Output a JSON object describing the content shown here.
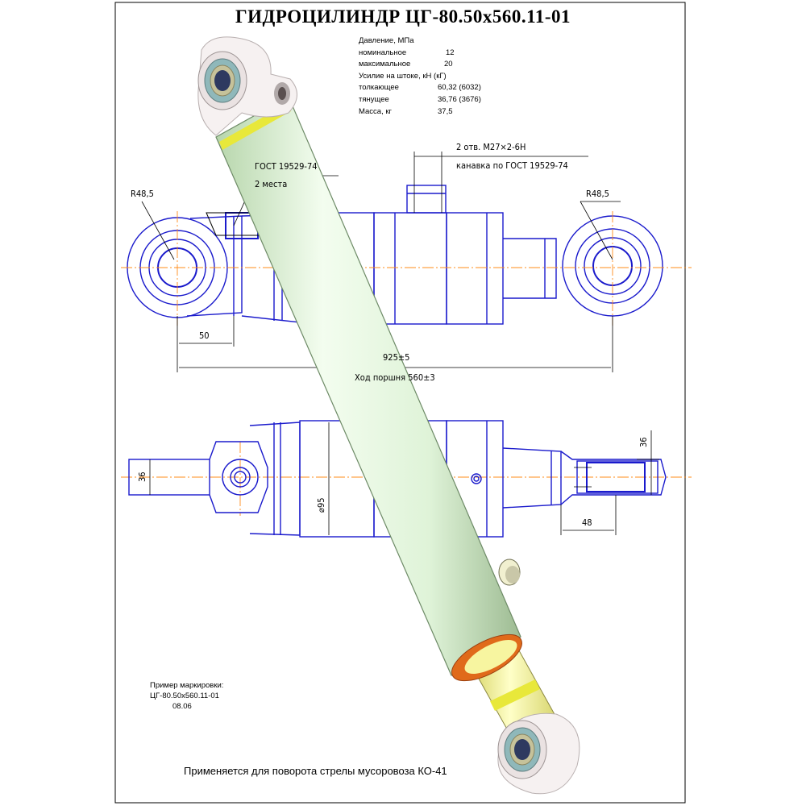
{
  "title": "ГИДРОЦИЛИНДР ЦГ-80.50х560.11-01",
  "specs": {
    "pressure_header": "Давление, МПа",
    "nominal_label": "номинальное",
    "nominal_value": "12",
    "max_label": "максимальное",
    "max_value": "20",
    "force_header": "Усилие на штоке, кН (кГ)",
    "push_label": "толкающее",
    "push_value": "60,32 (6032)",
    "pull_label": "тянущее",
    "pull_value": "36,76 (3676)",
    "mass_label": "Масса, кг",
    "mass_value": "37,5"
  },
  "annotations": {
    "gost_left": "ГОСТ 19529-74",
    "places": "2 места",
    "holes": "2 отв. М27×2-6Н",
    "groove": "канавка по ГОСТ 19529-74",
    "radius_left": "R48,5",
    "radius_right": "R48,5",
    "dim_50": "50",
    "dim_925": "925±5",
    "stroke": "Ход поршня 560±3",
    "dim_36_left": "36",
    "dim_95": "⌀95",
    "dim_36_right": "36",
    "dim_48": "48"
  },
  "marking": {
    "header": "Пример маркировки:",
    "code": "ЦГ-80.50х560.11-01",
    "date": "08.06"
  },
  "usage": "Применяется для поворота стрелы мусоровоза КО-41",
  "colors": {
    "outline": "#1a1acc",
    "axis": "#ff8c1a",
    "tube": "#e2f7dc",
    "rod": "#fafaa0",
    "band": "#e8e83a",
    "seal": "#e06a1a",
    "eye": "#f6f1f1"
  }
}
